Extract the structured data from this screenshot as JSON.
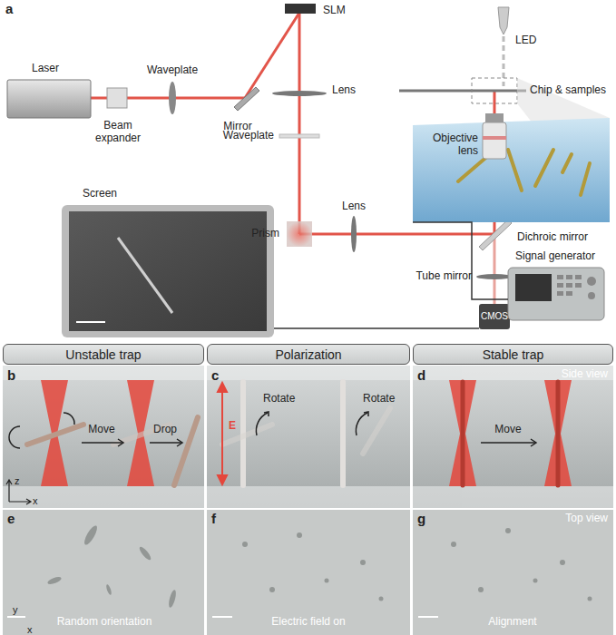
{
  "diagram": {
    "nodes": [
      {
        "text": [
          "Unstable trap"
        ]
      },
      {
        "text": [
          "Polarization"
        ]
      },
      {
        "text": [
          "Stable trap"
        ]
      }
    ],
    "labels": [
      "a",
      "Laser",
      "Beam expander",
      "Waveplate",
      "Mirror",
      "SLM",
      "LED",
      "Lens",
      "Chip & samples",
      "Waveplate",
      "Objective lens",
      "Dichroic mirror",
      "Screen",
      "Prism",
      "Lens",
      "Tube mirror",
      "CMOS",
      "Signal generator",
      "b",
      "Move",
      "Drop",
      "z",
      "x",
      "c",
      "E",
      "Rotate",
      "Rotate",
      "d",
      "Side view",
      "Move",
      "e",
      "Random orientation",
      "y",
      "x",
      "f",
      "Electric field on",
      "g",
      "Alignment",
      "Top view"
    ]
  }
}
